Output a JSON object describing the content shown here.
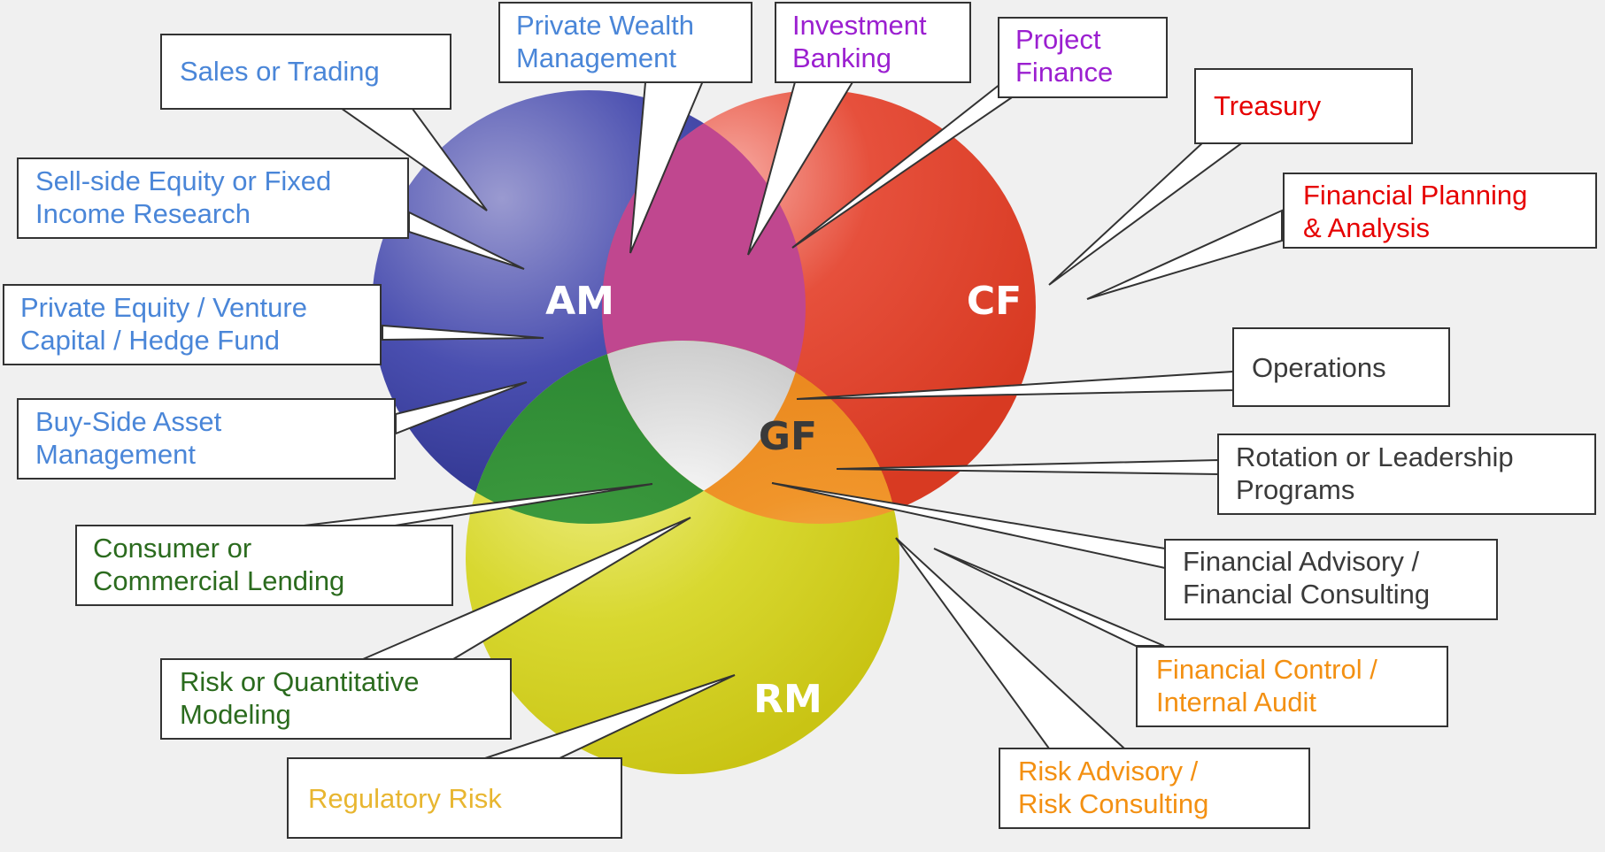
{
  "circles": {
    "am": {
      "label": "AM",
      "color": "#3a3f9e"
    },
    "cf": {
      "label": "CF",
      "color": "#e0402c"
    },
    "rm": {
      "label": "RM",
      "color": "#d6d530"
    },
    "gf": {
      "label": "GF",
      "color": "#c9c9c9"
    }
  },
  "callouts": {
    "sales_trading": "Sales or Trading",
    "private_wealth": "Private Wealth\nManagement",
    "investment_banking": "Investment\nBanking",
    "project_finance": "Project\nFinance",
    "treasury": "Treasury",
    "fpa": "Financial Planning\n& Analysis",
    "sell_side_research": "Sell-side Equity or Fixed\nIncome Research",
    "pe_vc_hf": "Private Equity / Venture\nCapital / Hedge Fund",
    "buy_side": "Buy-Side Asset\nManagement",
    "operations": "Operations",
    "rotation": "Rotation or Leadership\nPrograms",
    "consumer_lending": "Consumer or\nCommercial Lending",
    "financial_advisory": "Financial Advisory /\nFinancial Consulting",
    "risk_modeling": "Risk or Quantitative\nModeling",
    "financial_control": "Financial Control /\nInternal Audit",
    "regulatory_risk": "Regulatory Risk",
    "risk_advisory": "Risk Advisory /\nRisk Consulting"
  }
}
